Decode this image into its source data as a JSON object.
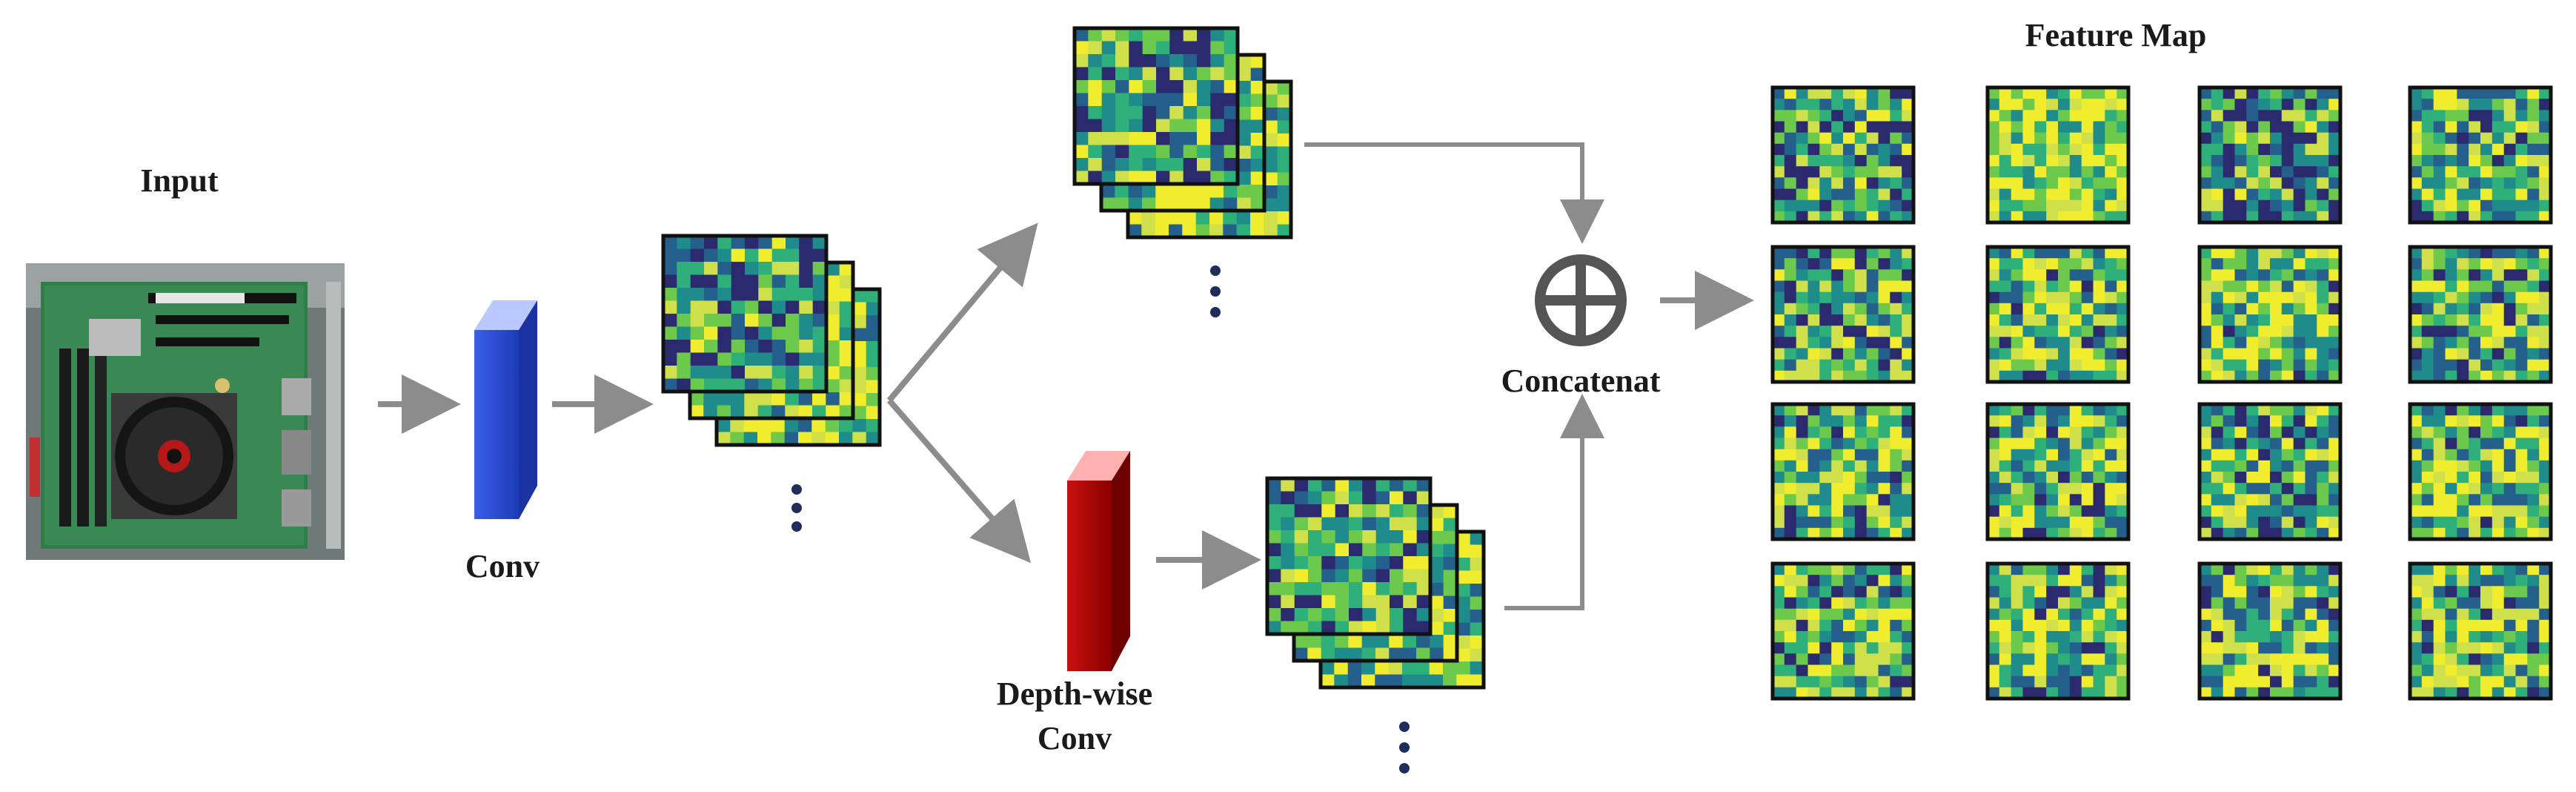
{
  "labels": {
    "input": "Input",
    "conv": "Conv",
    "depthwise_line1": "Depth-wise",
    "depthwise_line2": "Conv",
    "concat": "Concatenat",
    "feature_map": "Feature Map"
  },
  "colors": {
    "conv_block": "#2c4fd6",
    "conv_block_light": "#9fb4ff",
    "depthwise_block": "#b00000",
    "depthwise_block_light": "#ff9a9a",
    "arrow": "#8c8c8c",
    "dots": "#1f2d5a",
    "feature_palette": [
      "#2b2a6e",
      "#25608c",
      "#1f8b8b",
      "#2fb07a",
      "#6cc94c",
      "#cfe04a",
      "#f0ec2e"
    ]
  },
  "icons": {
    "input_image": "motherboard-photo",
    "concat_symbol": "circle-plus-icon"
  },
  "feature_map_grid": {
    "rows": 4,
    "cols": 4
  }
}
